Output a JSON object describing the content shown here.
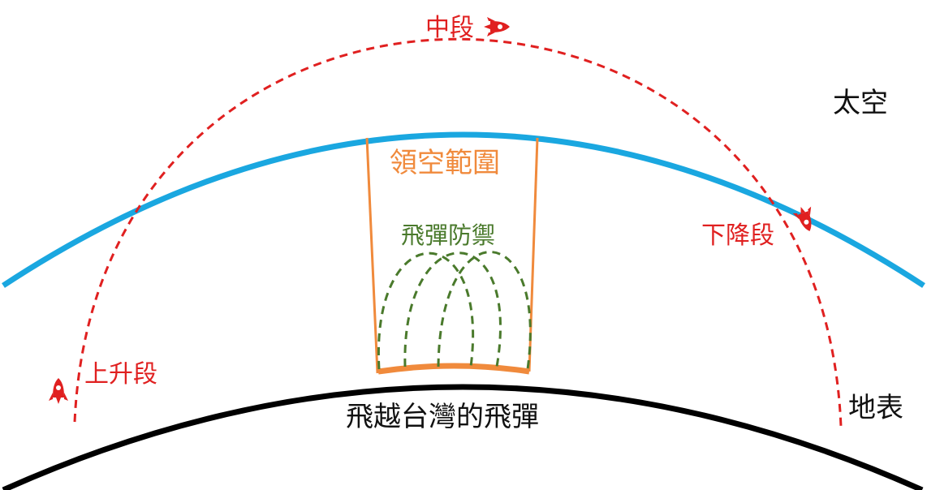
{
  "labels": {
    "midcourse": "中段",
    "space": "太空",
    "airspace": "領空範圍",
    "missile_defense": "飛彈防禦",
    "descent": "下降段",
    "ascent": "上升段",
    "surface": "地表",
    "caption": "飛越台灣的飛彈"
  },
  "colors": {
    "trajectory": "#e02020",
    "atmosphere": "#1aa7e0",
    "airspace": "#f08a3c",
    "defense": "#4a7a2c",
    "surface": "#000000",
    "caption_text": "#111111"
  },
  "icons": {
    "rocket": "rocket-icon"
  }
}
